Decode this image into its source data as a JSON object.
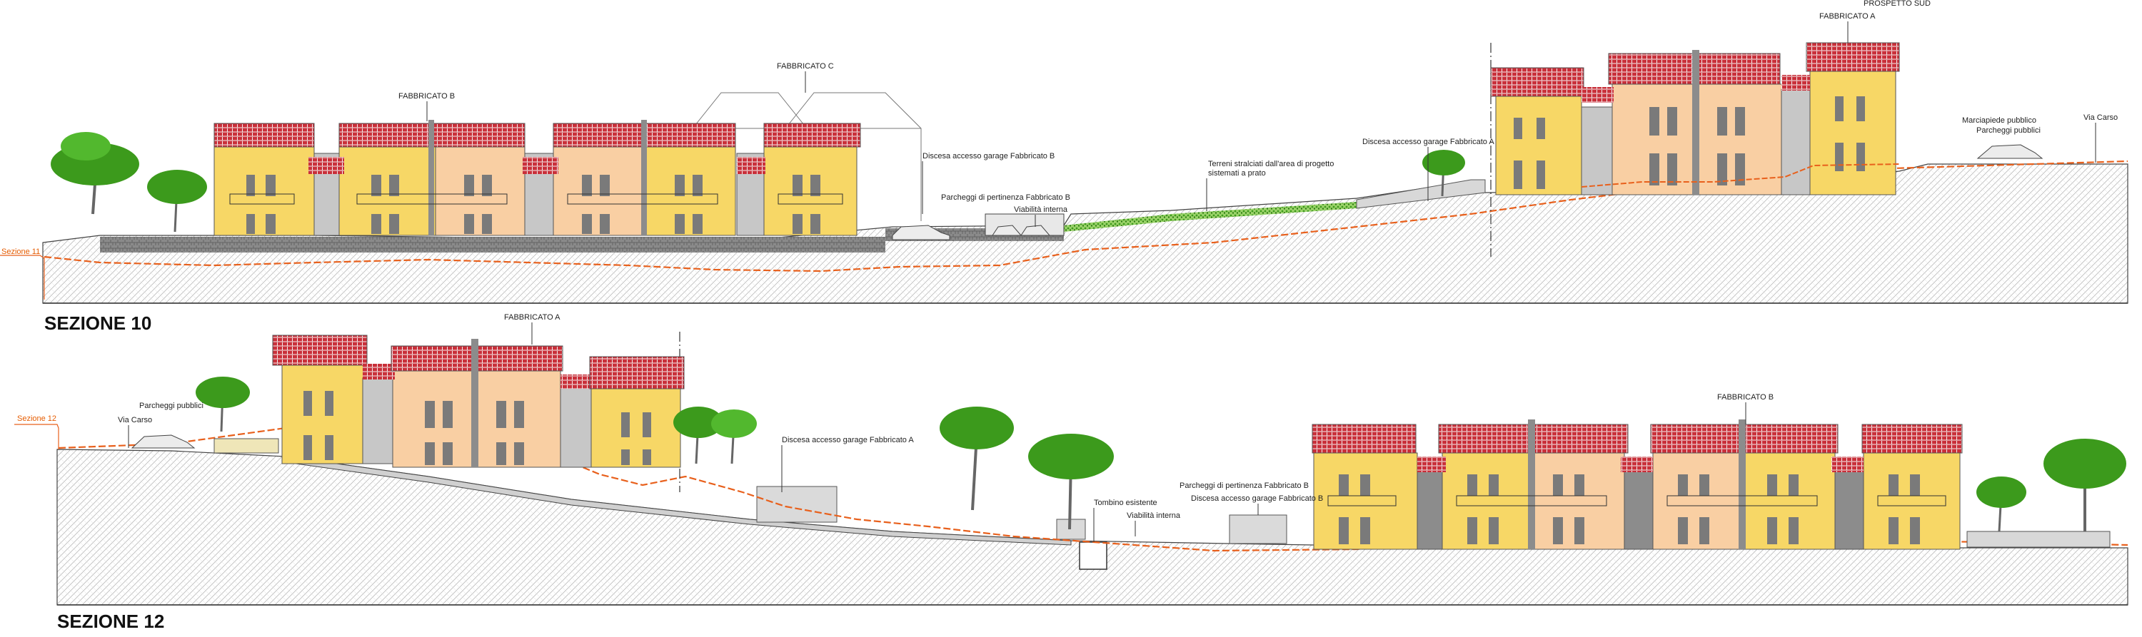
{
  "sections": {
    "s10": {
      "title": "SEZIONE 10",
      "marker": "Sezione 11",
      "labels": {
        "fabbricato_b": "FABBRICATO B",
        "fabbricato_c": "FABBRICATO C",
        "fabbricato_a": "FABBRICATO A",
        "prospetto_sud": "PROSPETTO SUD",
        "discesa_b": "Discesa accesso garage Fabbricato B",
        "parcheggi_b": "Parcheggi di pertinenza Fabbricato B",
        "viabilita": "Viabilità interna",
        "terreni_1": "Terreni stralciati dall'area di  progetto",
        "terreni_2": "sistemati a prato",
        "discesa_a": "Discesa accesso garage Fabbricato A",
        "marciapiede": "Marciapiede pubblico",
        "parcheggi_pub": "Parcheggi pubblici",
        "via_carso": "Via Carso"
      }
    },
    "s12": {
      "title": "SEZIONE 12",
      "marker": "Sezione 12",
      "labels": {
        "fabbricato_a": "FABBRICATO A",
        "fabbricato_b": "FABBRICATO B",
        "parcheggi_pub": "Parcheggi pubblici",
        "via_carso": "Via Carso",
        "discesa_a": "Discesa accesso garage Fabbricato A",
        "tombino": "Tombino esistente",
        "viabilita": "Viabilità interna",
        "parcheggi_b": "Parcheggi di pertinenza Fabbricato B",
        "discesa_b": "Discesa accesso garage Fabbricato B"
      }
    }
  },
  "colors": {
    "wall_yellow": "#f7d766",
    "wall_pink": "#f9cfa3",
    "roof": "#c9303a",
    "ground_line": "#e8601c",
    "tree": "#3c9a1c",
    "lawn": "#6cc23a"
  }
}
